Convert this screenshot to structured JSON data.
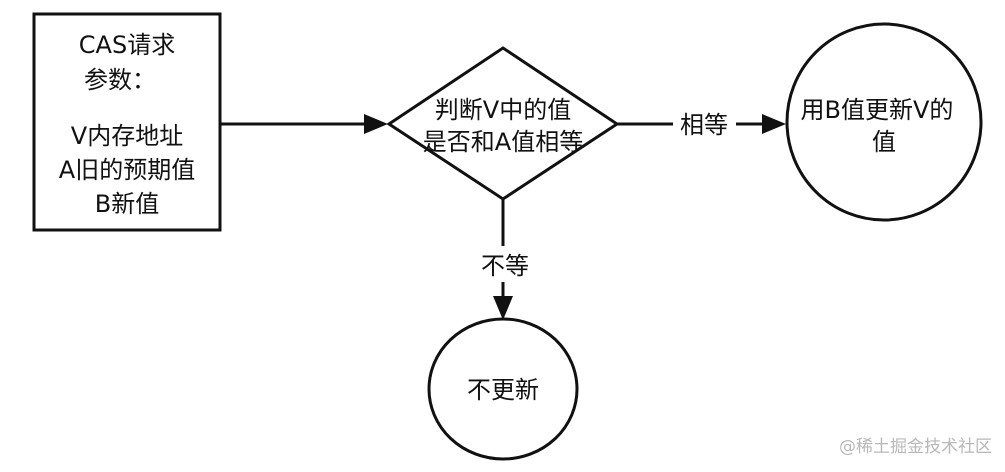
{
  "request_box": {
    "lines": [
      "CAS请求",
      "参数：",
      "",
      "V内存地址",
      "A旧的预期值",
      "B新值"
    ]
  },
  "decision": {
    "lines": [
      "判断V中的值",
      "是否和A值相等"
    ]
  },
  "update_node": {
    "lines": [
      "用B值更新V的",
      "值"
    ]
  },
  "no_update_node": {
    "label": "不更新"
  },
  "edges": {
    "equal_label": "相等",
    "not_equal_label": "不等"
  },
  "watermark": {
    "text": "@稀土掘金技术社区"
  }
}
